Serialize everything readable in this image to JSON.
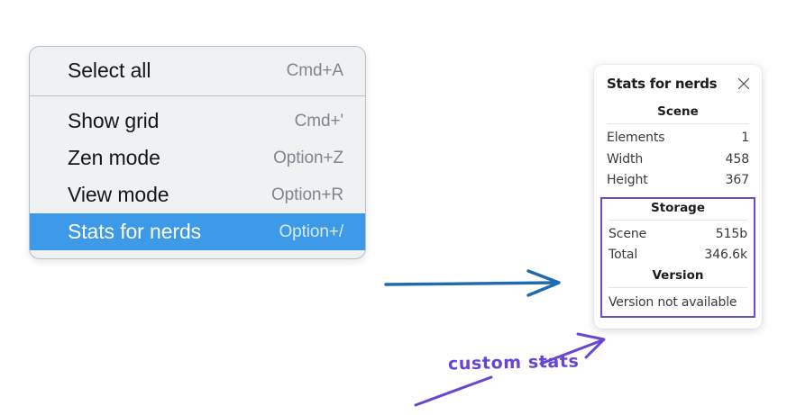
{
  "context_menu": {
    "name": "canvas-context-menu",
    "groups": [
      {
        "items": [
          {
            "label": "Select all",
            "shortcut": "Cmd+A",
            "selected": false
          }
        ]
      },
      {
        "items": [
          {
            "label": "Show grid",
            "shortcut": "Cmd+'",
            "selected": false
          },
          {
            "label": "Zen mode",
            "shortcut": "Option+Z",
            "selected": false
          },
          {
            "label": "View mode",
            "shortcut": "Option+R",
            "selected": false
          },
          {
            "label": "Stats for nerds",
            "shortcut": "Option+/",
            "selected": true
          }
        ]
      }
    ],
    "items": {
      "select_all": {
        "label": "Select all",
        "shortcut": "Cmd+A"
      },
      "show_grid": {
        "label": "Show grid",
        "shortcut": "Cmd+'"
      },
      "zen_mode": {
        "label": "Zen mode",
        "shortcut": "Option+Z"
      },
      "view_mode": {
        "label": "View mode",
        "shortcut": "Option+R"
      },
      "stats_for_nerds": {
        "label": "Stats for nerds",
        "shortcut": "Option+/"
      }
    },
    "highlight_color": "#3d9ae8"
  },
  "stats_panel": {
    "title": "Stats for nerds",
    "close_icon": "close-icon",
    "scene": {
      "heading": "Scene",
      "rows": [
        {
          "key": "Elements",
          "value": "1"
        },
        {
          "key": "Width",
          "value": "458"
        },
        {
          "key": "Height",
          "value": "367"
        }
      ]
    },
    "storage": {
      "heading": "Storage",
      "rows": [
        {
          "key": "Scene",
          "value": "515b"
        },
        {
          "key": "Total",
          "value": "346.6k"
        }
      ]
    },
    "version": {
      "heading": "Version",
      "note": "Version not available"
    },
    "highlight_border_color": "#7048cc"
  },
  "annotations": {
    "custom_stats_label": "custom stats",
    "annotation_color": "#6a45d1",
    "arrow_color": "#1f6bb0"
  }
}
